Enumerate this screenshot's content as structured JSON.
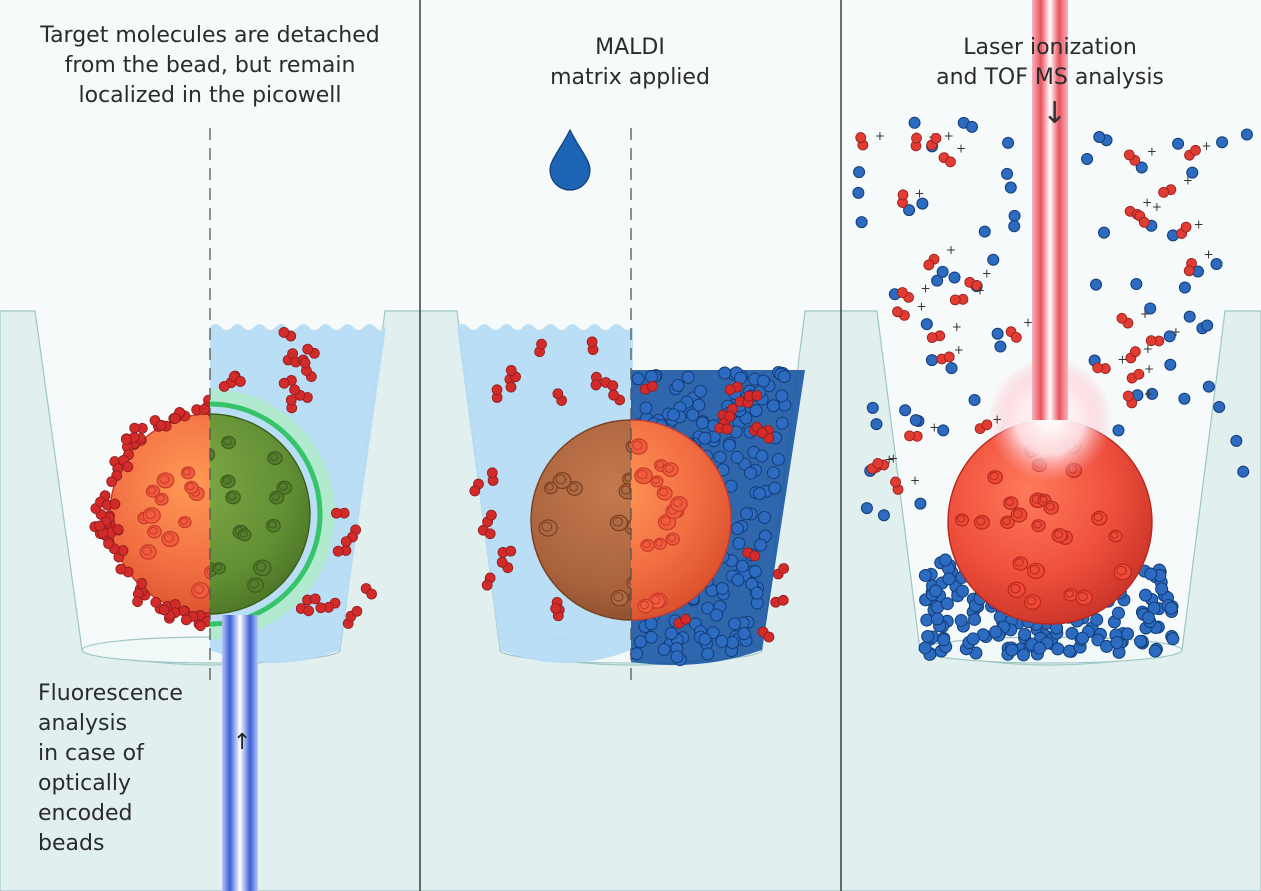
{
  "panels": [
    {
      "id": "detach",
      "caption": [
        "Target molecules are detached",
        "from the bead, but remain",
        "localized in the picowell"
      ]
    },
    {
      "id": "matrix",
      "caption": [
        "MALDI",
        "matrix applied"
      ]
    },
    {
      "id": "laser",
      "caption": [
        "Laser ionization",
        "and TOF MS analysis"
      ]
    }
  ],
  "side_note": [
    "Fluorescence",
    "analysis",
    "in case of",
    "optically",
    "encoded",
    "beads"
  ],
  "symbols": {
    "ion_charge": "+",
    "arrow_up": "↑",
    "arrow_down": "↓"
  },
  "colors": {
    "background": "#f7fafa",
    "substrate": "#e1f0ef",
    "well_edge": "#9dc6c4",
    "liquid": "#b5dcf4",
    "bead": "#f26e43",
    "bead_dark": "#c9512b",
    "encoded_bead": "#6a9a3a",
    "fluorescence_glow": "#35c46a",
    "analyte": "#d32a2a",
    "matrix": "#1a56a3",
    "laser": "#e8535f",
    "fluorescence_beam": "#3a5fd8",
    "text": "#2b2b2b",
    "divider": "#333333"
  }
}
